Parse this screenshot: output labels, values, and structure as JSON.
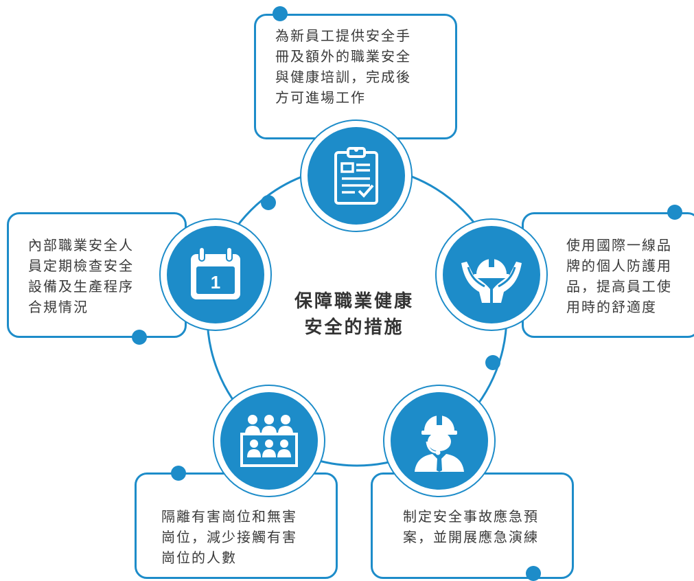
{
  "colors": {
    "accent": "#1d8cc9",
    "text": "#3a3a3a",
    "border": "#1d8cc9"
  },
  "center_title": [
    "保障職業健康",
    "安全的措施"
  ],
  "items": [
    {
      "icon": "clipboard-checklist-icon",
      "lines": [
        "為新員工提供安全手",
        "冊及額外的職業安全",
        "與健康培訓，完成後",
        "方可進場工作"
      ]
    },
    {
      "icon": "hands-holding-helmet-icon",
      "lines": [
        "使用國際一線品",
        "牌的個人防護用",
        "品，提高員工使",
        "用時的舒適度"
      ]
    },
    {
      "icon": "worker-headset-icon",
      "lines": [
        "制定安全事故應急預",
        "案，並開展應急演練"
      ]
    },
    {
      "icon": "meeting-group-icon",
      "lines": [
        "隔離有害崗位和無害",
        "崗位，減少接觸有害",
        "崗位的人數"
      ]
    },
    {
      "icon": "calendar-icon",
      "lines": [
        "內部職業安全人",
        "員定期檢查安全",
        "設備及生產程序",
        "合規情況"
      ],
      "calendar_day": "1"
    }
  ]
}
